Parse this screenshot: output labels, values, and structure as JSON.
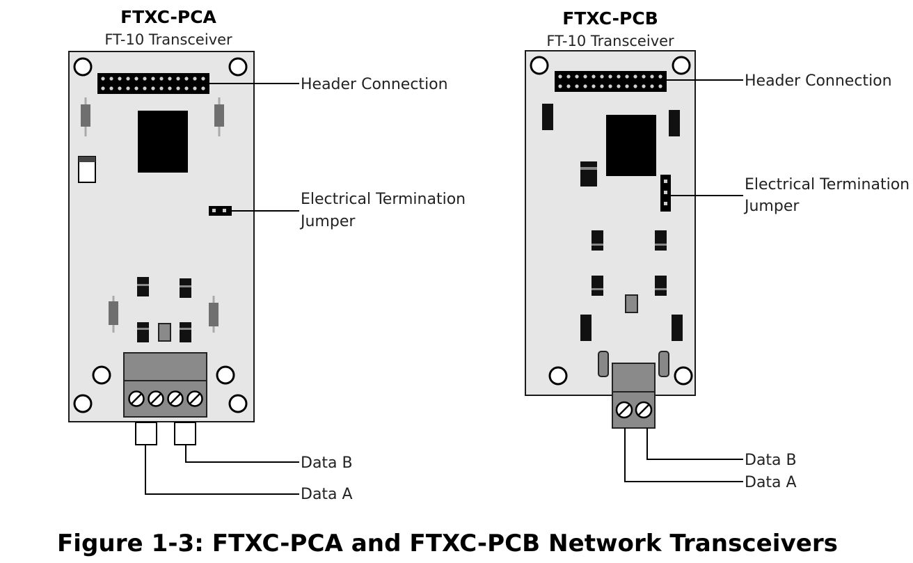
{
  "left": {
    "title": "FTXC-PCA",
    "subtitle": "FT-10 Transceiver",
    "callouts": {
      "header": "Header Connection",
      "jumper_line1": "Electrical Termination",
      "jumper_line2": "Jumper",
      "data_b": "Data B",
      "data_a": "Data A"
    }
  },
  "right": {
    "title": "FTXC-PCB",
    "subtitle": "FT-10 Transceiver",
    "callouts": {
      "header": "Header Connection",
      "jumper_line1": "Electrical Termination",
      "jumper_line2": "Jumper",
      "data_b": "Data B",
      "data_a": "Data A"
    }
  },
  "caption": "Figure 1-3:  FTXC-PCA and FTXC-PCB Network Transceivers"
}
